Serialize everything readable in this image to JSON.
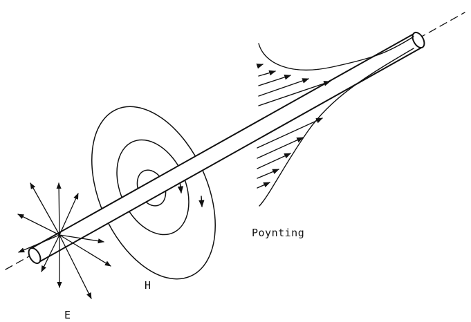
{
  "labels": {
    "poynting": "Poynting",
    "magnetic_field": "H",
    "electric_field": "E"
  },
  "colors": {
    "ink": "#111111",
    "background": "#ffffff"
  }
}
